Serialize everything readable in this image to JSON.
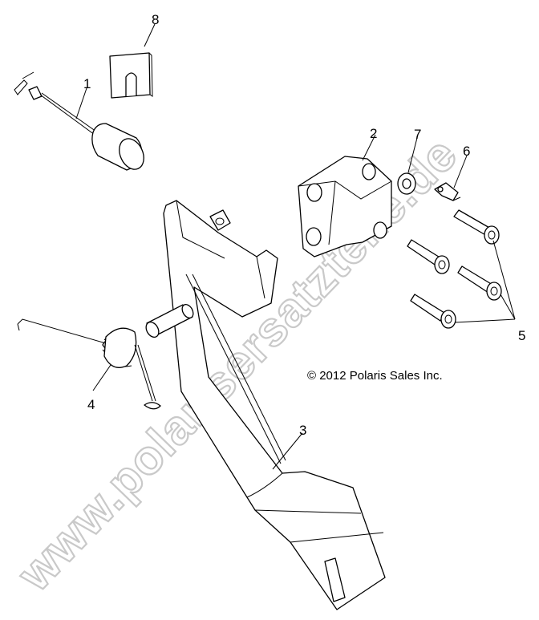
{
  "diagram": {
    "callouts": [
      {
        "id": "1",
        "label": "1"
      },
      {
        "id": "2",
        "label": "2"
      },
      {
        "id": "3",
        "label": "3"
      },
      {
        "id": "4",
        "label": "4"
      },
      {
        "id": "5",
        "label": "5"
      },
      {
        "id": "6",
        "label": "6"
      },
      {
        "id": "7",
        "label": "7"
      },
      {
        "id": "8",
        "label": "8"
      }
    ],
    "copyright": "© 2012 Polaris Sales Inc.",
    "watermark": "www.polarisersatzteile.de"
  }
}
